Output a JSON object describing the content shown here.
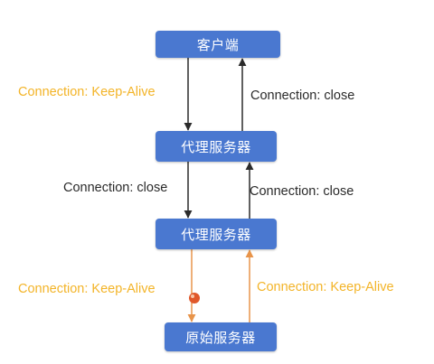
{
  "nodes": {
    "client": "客户端",
    "proxy1": "代理服务器",
    "proxy2": "代理服务器",
    "origin": "原始服务器"
  },
  "labels": {
    "client_to_proxy1": "Connection: Keep-Alive",
    "proxy1_to_client": "Connection: close",
    "proxy1_to_proxy2": "Connection: close",
    "proxy2_to_proxy1": "Connection: close",
    "proxy2_to_origin": "Connection: Keep-Alive",
    "origin_to_proxy2": "Connection: Keep-Alive"
  },
  "colors": {
    "node_fill": "#4a78d0",
    "node_text": "#ffffff",
    "arrow_dark": "#2b2b2b",
    "arrow_orange": "#e8944a",
    "label_orange": "#f3b428",
    "label_dark": "#2b2b2b"
  }
}
